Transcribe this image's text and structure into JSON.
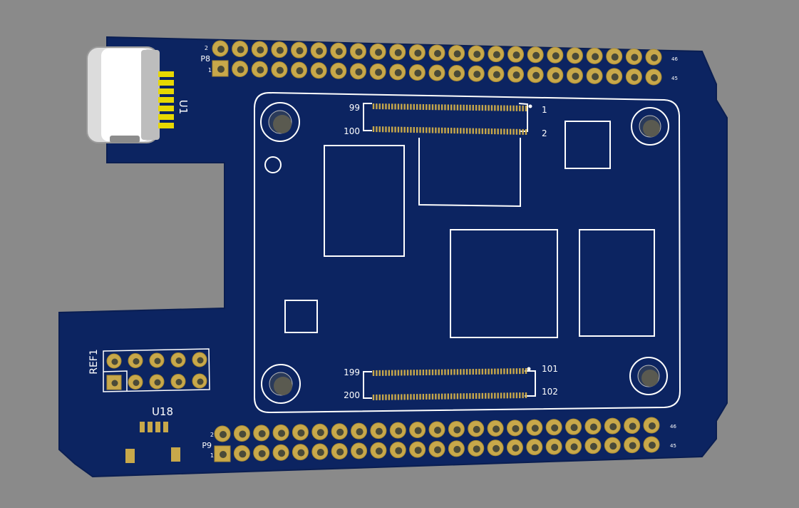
{
  "colors": {
    "background": "#8a8a8a",
    "board": "#0c2461",
    "board_edge": "#0a1e52",
    "silkscreen": "#ffffff",
    "pad_gold": "#c8a84a",
    "pad_gold_dark": "#a88a32",
    "hole": "#4a4a38",
    "connector_body": "#f2f2f2",
    "connector_pins": "#e8d800"
  },
  "labels": {
    "usb_connector": "U1",
    "header_top": "P8",
    "header_top_pin_2": "2",
    "header_top_pin_1": "1",
    "header_top_pin_46": "46",
    "header_top_pin_45": "45",
    "header_bottom": "P9",
    "header_bottom_pin_2": "2",
    "header_bottom_pin_1": "1",
    "header_bottom_pin_46": "46",
    "header_bottom_pin_45": "45",
    "jtag_header": "REF1",
    "chip_u18": "U18",
    "conn_top_99": "99",
    "conn_top_100": "100",
    "conn_top_1": "1",
    "conn_top_2": "2",
    "conn_bot_199": "199",
    "conn_bot_200": "200",
    "conn_bot_101": "101",
    "conn_bot_102": "102"
  },
  "headers": {
    "pins_per_row": 23
  }
}
